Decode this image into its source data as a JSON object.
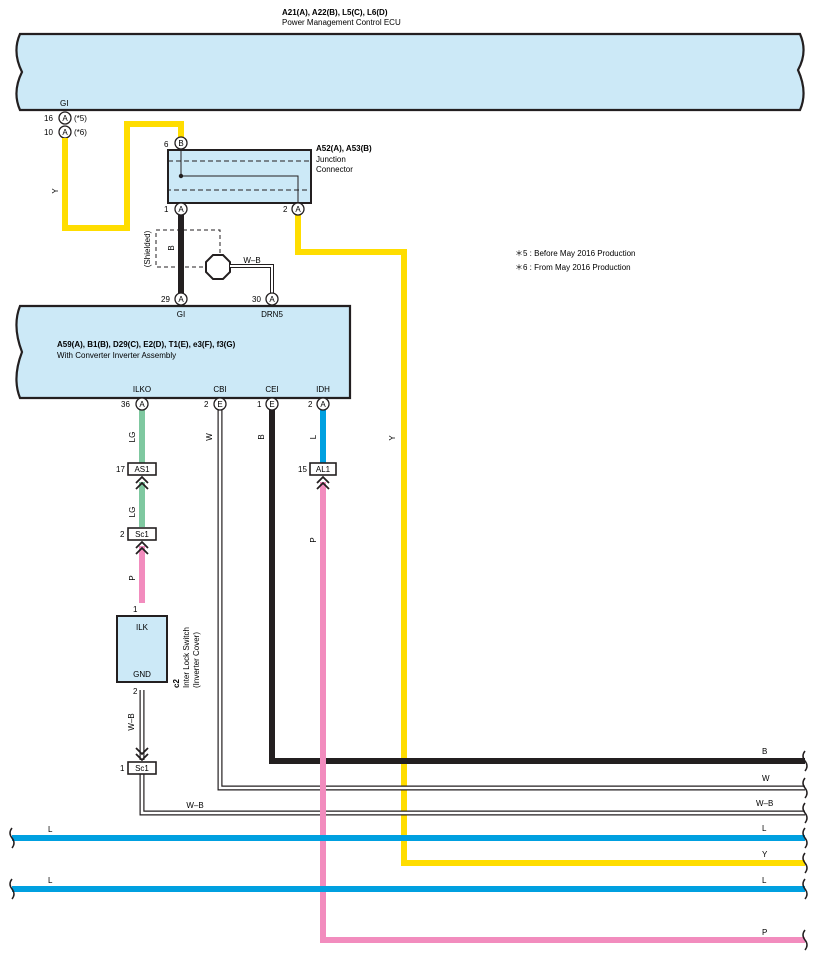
{
  "ecu": {
    "codes": "A21(A), A22(B), L5(C), L6(D)",
    "name": "Power Management Control ECU",
    "pin_gi": "GI",
    "pin16_num": "16",
    "pin16_conn": "A",
    "pin16_note": "(*5)",
    "pin10_num": "10",
    "pin10_conn": "A",
    "pin10_note": "(*6)"
  },
  "junction": {
    "codes": "A52(A), A53(B)",
    "name_line1": "Junction",
    "name_line2": "Connector",
    "pin6_num": "6",
    "pin6_conn": "B",
    "pin1_num": "1",
    "pin1_conn": "A",
    "pin2_num": "2",
    "pin2_conn": "A"
  },
  "notes": {
    "note5": "＊5 : Before May 2016 Production",
    "note6": "＊6 : From May 2016 Production"
  },
  "shield": {
    "label": "(Shielded)",
    "wire_b": "B",
    "drain_wire": "W–B"
  },
  "inverter": {
    "codes": "A59(A), B1(B), D29(C), E2(D), T1(E), e3(F), f3(G)",
    "name": "With Converter Inverter Assembly",
    "pin_gi_num": "29",
    "pin_gi_conn": "A",
    "pin_gi_name": "GI",
    "pin_drn_num": "30",
    "pin_drn_conn": "A",
    "pin_drn_name": "DRN5",
    "pin_ilko_name": "ILKO",
    "pin_ilko_num": "36",
    "pin_ilko_conn": "A",
    "pin_cbi_name": "CBI",
    "pin_cbi_num": "2",
    "pin_cbi_conn": "E",
    "pin_cei_name": "CEI",
    "pin_cei_num": "1",
    "pin_cei_conn": "E",
    "pin_idh_name": "IDH",
    "pin_idh_num": "2",
    "pin_idh_conn": "A"
  },
  "connectors": {
    "as1_num": "17",
    "as1": "AS1",
    "sc1a_num": "2",
    "sc1a": "Sc1",
    "al1_num": "15",
    "al1": "AL1",
    "sc1b_num": "1",
    "sc1b": "Sc1"
  },
  "switch": {
    "pin_ilk": "ILK",
    "pin_gnd": "GND",
    "pin1_num": "1",
    "pin2_num": "2",
    "code": "c2",
    "name_line1": "Inter Lock Switch",
    "name_line2": "(Inverter Cover)"
  },
  "wire_labels": {
    "y_left": "Y",
    "y_right": "Y",
    "lg_upper": "LG",
    "lg_lower": "LG",
    "p_left": "P",
    "wb_switch": "W–B",
    "w_cbi": "W",
    "b_cei": "B",
    "l_idh": "L",
    "p_idh": "P",
    "wb_bottom": "W–B"
  },
  "right_labels": {
    "b": "B",
    "w": "W",
    "wb": "W–B",
    "l1": "L",
    "y": "Y",
    "l2": "L",
    "p": "P"
  },
  "left_labels": {
    "l1": "L",
    "l2": "L"
  },
  "colors": {
    "ecu_fill": "#cce9f7",
    "yellow": "#ffdd00",
    "black": "#231f20",
    "light_green": "#7fc8a0",
    "pink": "#f28cbe",
    "blue": "#00a0e0"
  }
}
